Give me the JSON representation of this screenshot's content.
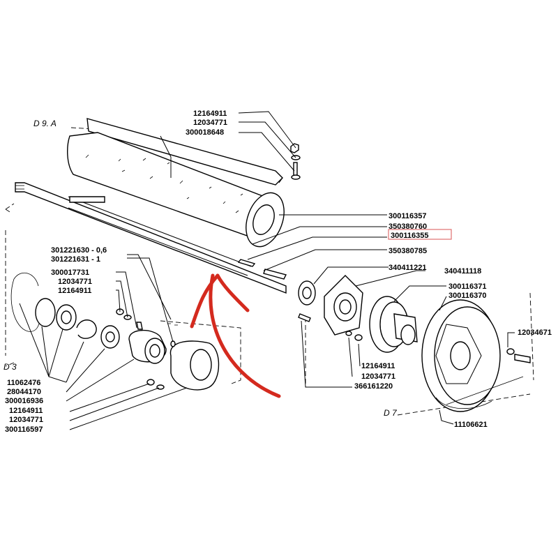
{
  "sections": {
    "d9a": "D 9. A",
    "d3": "D 3",
    "d7": "D 7"
  },
  "labels": {
    "top_nut": "12164911",
    "top_washer": "12034771",
    "top_screw": "300018648",
    "drum": "300116357",
    "key_a": "350380760",
    "key_b_highlighted": "300116355",
    "key_c": "350380785",
    "shim_06": "301221630 - 0,6",
    "shim_1": "301221631 - 1",
    "left_a": "300017731",
    "left_b": "12034771",
    "left_c": "12164911",
    "bearing_ring": "340411221",
    "flange_housing": "340411118",
    "pulley_hub": "300116371",
    "pulley": "300116370",
    "right_washer": "12034671",
    "bottom_mid_nut": "12164911",
    "bottom_mid_washer": "12034771",
    "bottom_mid_bolt": "366161220",
    "snap_ring": "11062476",
    "seal": "28044170",
    "bearing": "300016936",
    "lower_nut": "12164911",
    "lower_washer": "12034771",
    "end_flange": "300116597",
    "pulley_bolt": "11106621"
  },
  "colors": {
    "highlight_box": "#e07070",
    "arrow": "#d42a1e",
    "ink": "#000000"
  },
  "icons": {
    "annotation_arrow": "curved-up-arrow-icon"
  }
}
